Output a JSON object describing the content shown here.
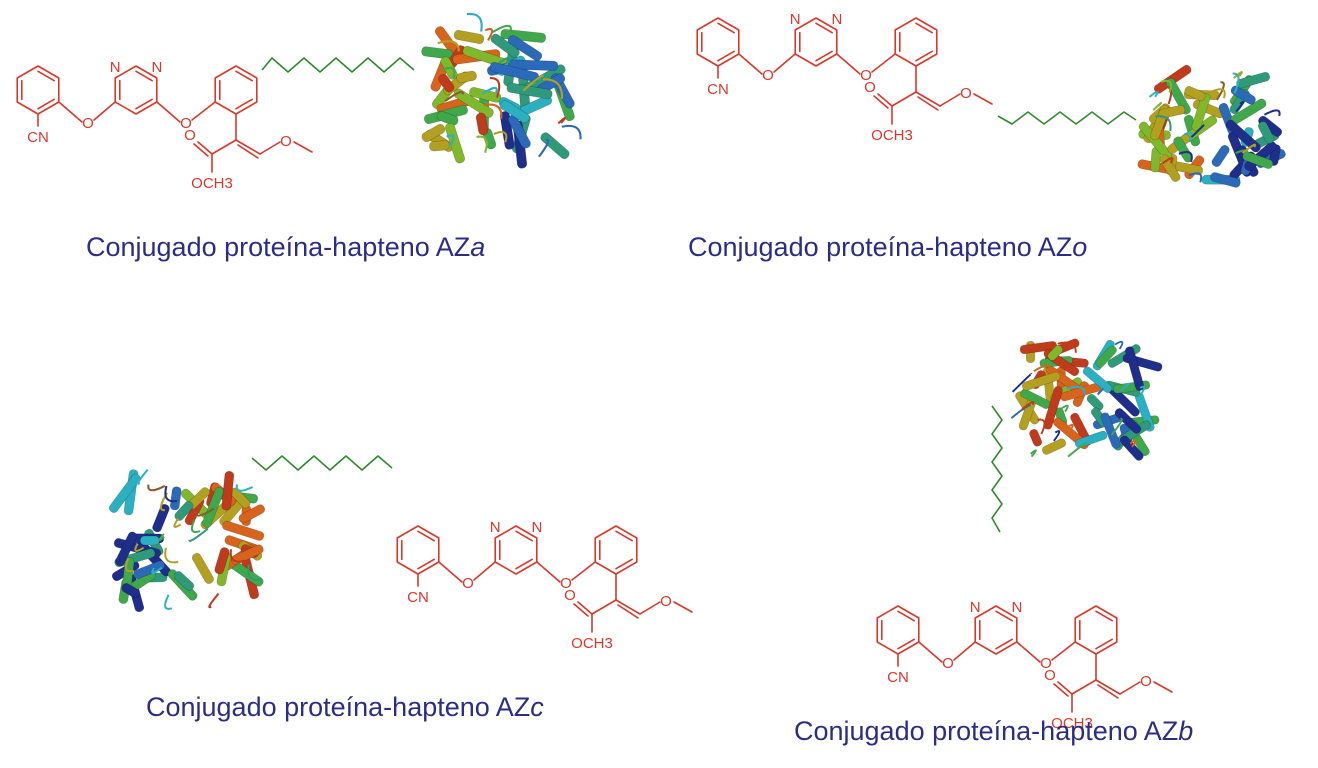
{
  "colors": {
    "molecule": "#d8382a",
    "linker": "#2e8a2e",
    "caption": "#2b2d86",
    "background": "#ffffff"
  },
  "atoms": {
    "oxygen": "O",
    "nitrogen": "N",
    "nitrile": "CN",
    "ester_methyl": "OCH3"
  },
  "panels": [
    {
      "id": "a",
      "caption_text": "Conjugado proteína-hapteno AZ",
      "caption_suffix": "a"
    },
    {
      "id": "o",
      "caption_text": "Conjugado proteína-hapteno AZ",
      "caption_suffix": "o"
    },
    {
      "id": "c",
      "caption_text": "Conjugado proteína-hapteno AZ",
      "caption_suffix": "c"
    },
    {
      "id": "b",
      "caption_text": "Conjugado proteína-hapteno AZ",
      "caption_suffix": "b"
    }
  ]
}
